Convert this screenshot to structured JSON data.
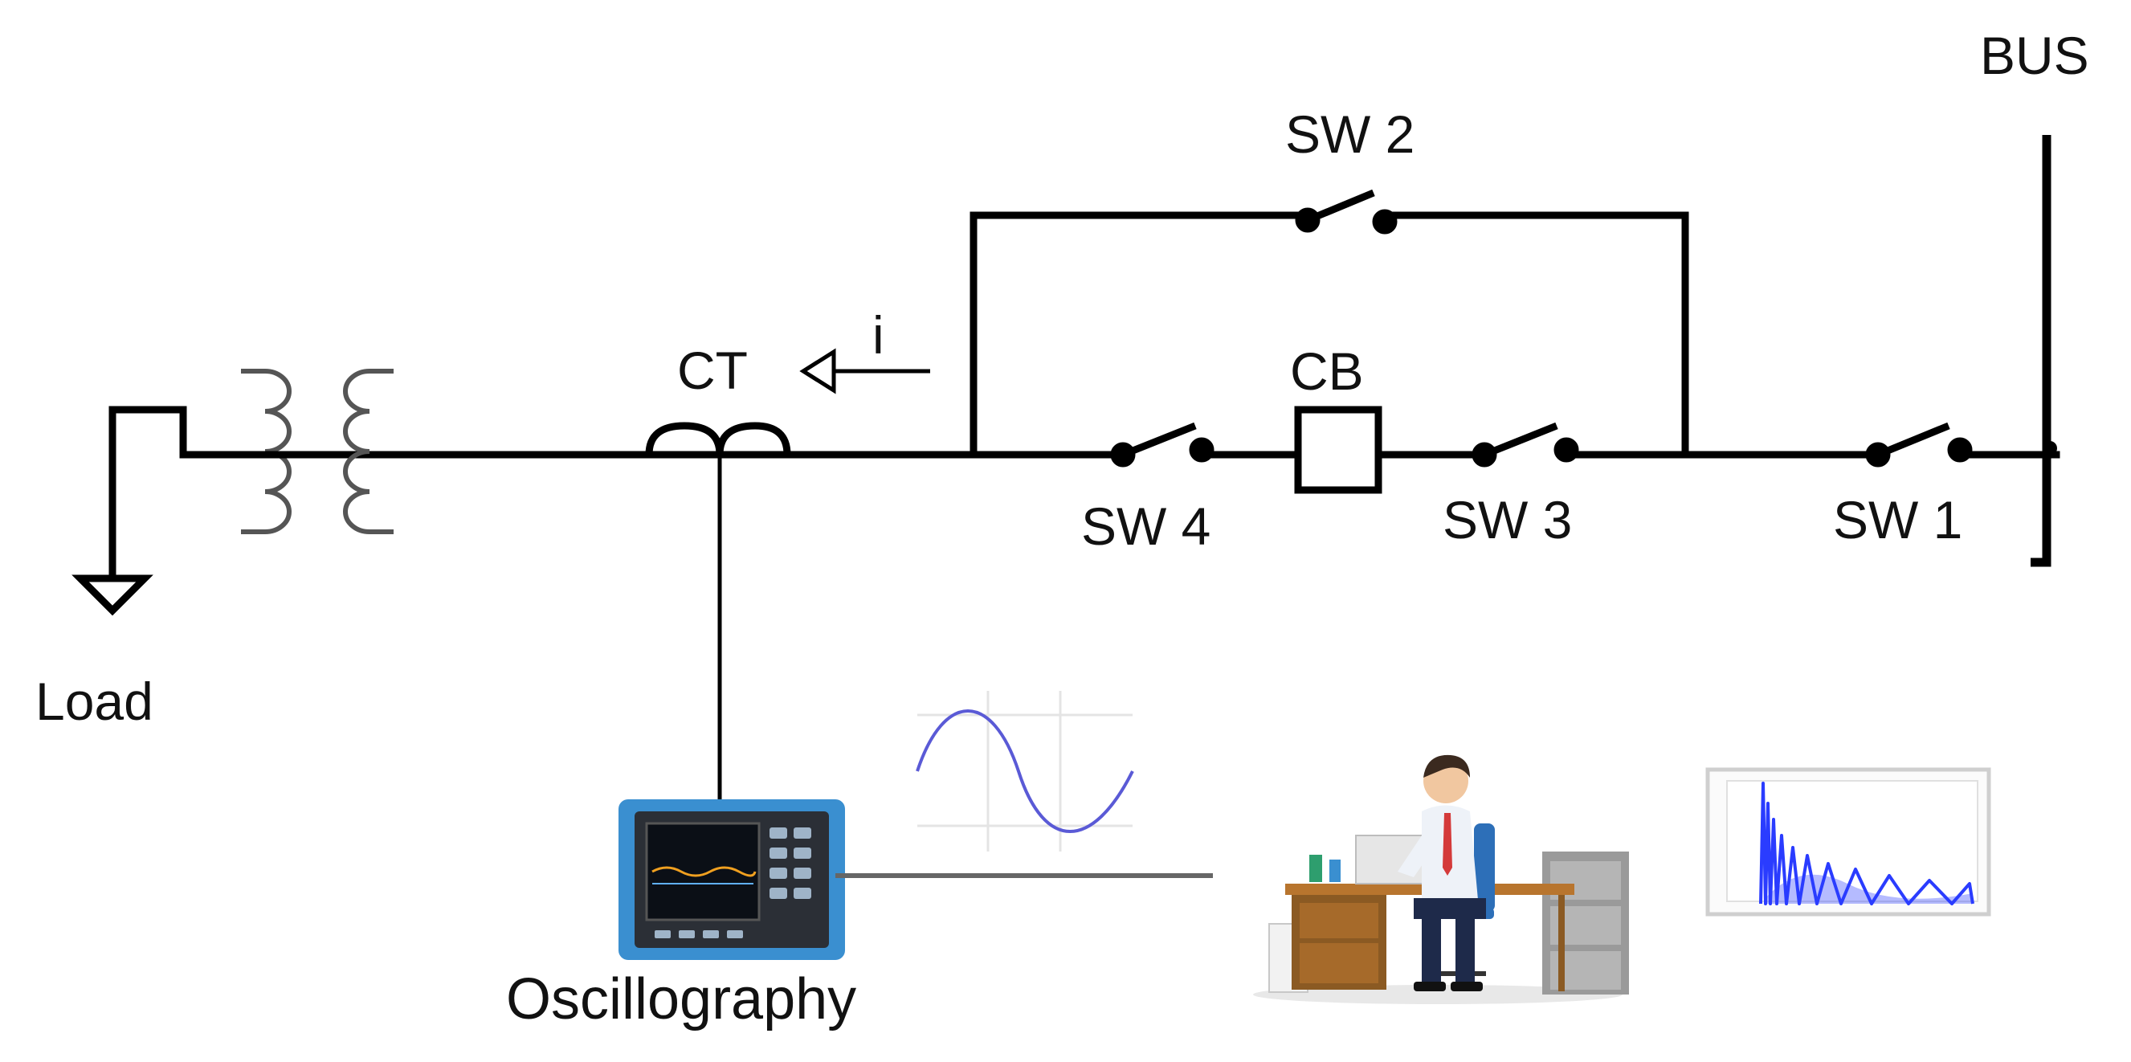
{
  "labels": {
    "bus": "BUS",
    "sw1": "SW 1",
    "sw2": "SW 2",
    "sw3": "SW 3",
    "sw4": "SW 4",
    "cb": "CB",
    "ct": "CT",
    "current": "i",
    "load": "Load",
    "oscillography": "Oscillography"
  },
  "colors": {
    "line": "#000000",
    "sine_wave": "#5a5ad6",
    "spectrum": "#2a3cff",
    "device_body": "#3a8fd0",
    "screen_wave": "#f0a020"
  },
  "icons": {
    "sine": "sine-wave-icon",
    "oscillograph": "oscillograph-device-icon",
    "engineer": "engineer-at-desk-icon",
    "plot": "decaying-signal-plot-icon"
  }
}
